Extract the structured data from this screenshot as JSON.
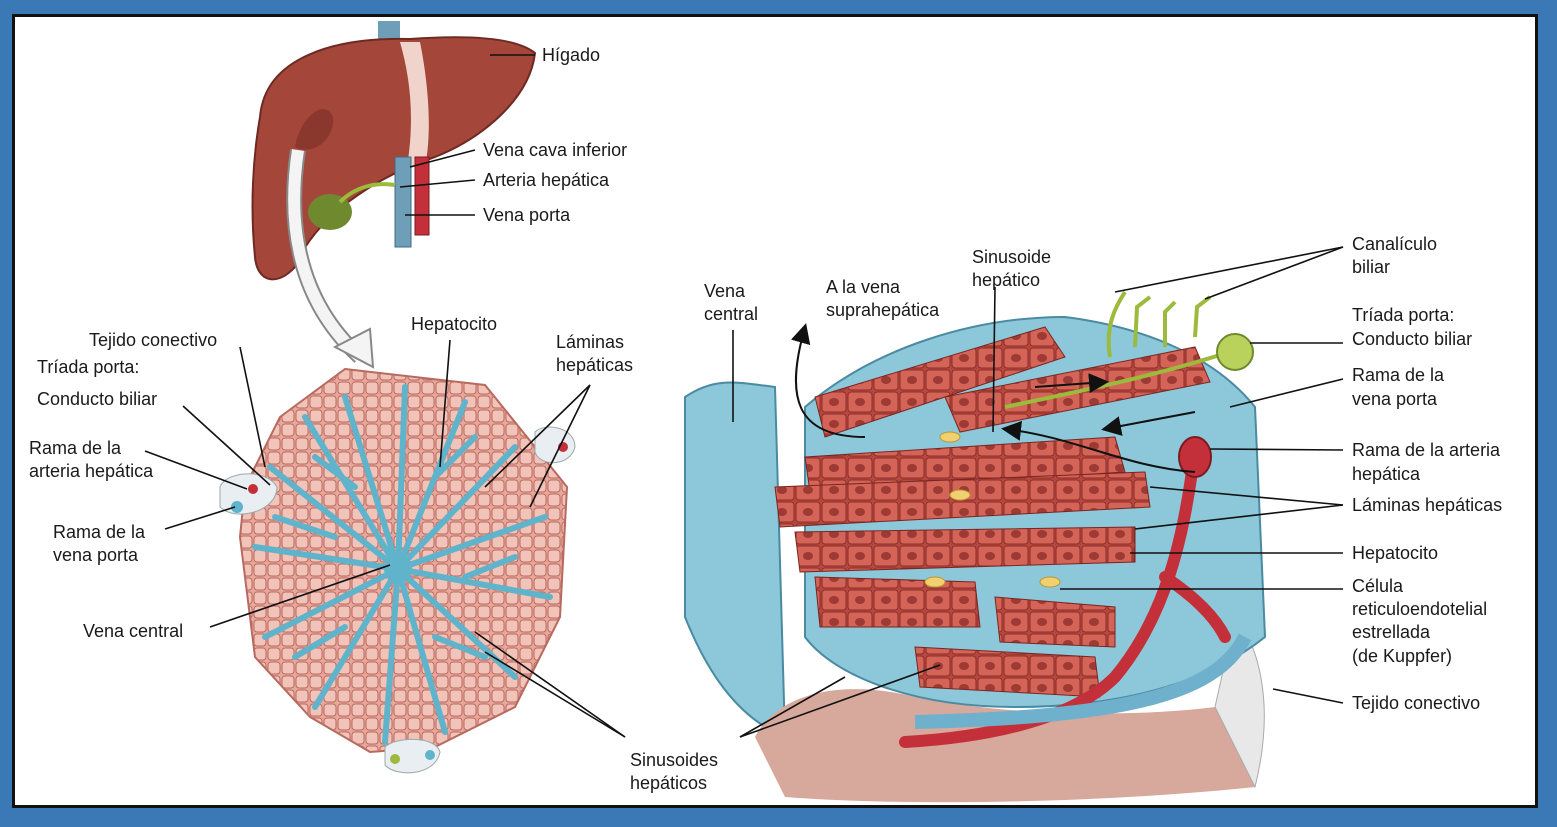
{
  "labels": {
    "higado": "Hígado",
    "vena_cava_inferior": "Vena cava inferior",
    "arteria_hepatica": "Arteria hepática",
    "vena_porta": "Vena porta",
    "tejido_conectivo_left": "Tejido conectivo",
    "triada_porta_left": "Tríada porta:",
    "conducto_biliar_left": "Conducto biliar",
    "rama_arteria_left_1": "Rama de la",
    "rama_arteria_left_2": "arteria hepática",
    "rama_vena_left_1": "Rama de la",
    "rama_vena_left_2": "vena porta",
    "vena_central_left": "Vena central",
    "hepatocito_mid": "Hepatocito",
    "laminas_mid_1": "Láminas",
    "laminas_mid_2": "hepáticas",
    "sinusoides_1": "Sinusoides",
    "sinusoides_2": "hepáticos",
    "vena_central_right_1": "Vena",
    "vena_central_right_2": "central",
    "a_la_vena_1": "A la vena",
    "a_la_vena_2": "suprahepática",
    "sinusoide_1": "Sinusoide",
    "sinusoide_2": "hepático",
    "canaliculo_1": "Canalículo",
    "canaliculo_2": "biliar",
    "triada_right_1": "Tríada porta:",
    "triada_right_2": "Conducto biliar",
    "rama_vena_right_1": "Rama de la",
    "rama_vena_right_2": "vena porta",
    "rama_arteria_right_1": "Rama de la arteria",
    "rama_arteria_right_2": "hepática",
    "laminas_right": "Láminas hepáticas",
    "hepatocito_right": "Hepatocito",
    "celula_1": "Célula",
    "celula_2": "reticuloendotelial",
    "celula_3": "estrellada",
    "celula_4": "(de Kuppfer)",
    "tejido_conectivo_right": "Tejido conectivo"
  },
  "colors": {
    "frame": "#3a78b6",
    "liver": "#a84a3a",
    "hepatocyte": "#d9857a",
    "sinusoid": "#7ec3d8",
    "artery": "#c4303a",
    "bile": "#9cba3c"
  }
}
